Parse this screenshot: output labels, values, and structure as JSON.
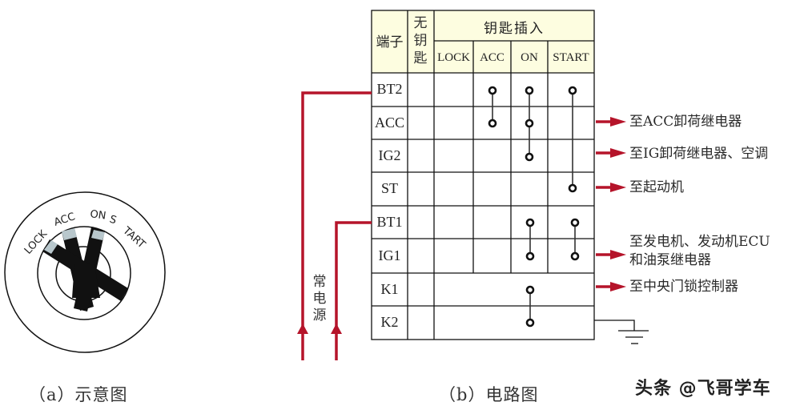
{
  "figure_a": {
    "caption": "（a）示意图",
    "positions": [
      "LOCK",
      "ACC",
      "ON",
      "S",
      "TART"
    ],
    "colors": {
      "outline": "#111111",
      "key": "#111111",
      "key_tip": "#b8c7cc"
    }
  },
  "figure_b": {
    "caption": "（b）电路图",
    "table": {
      "header": {
        "terminal": "端子",
        "no_key": "无钥匙",
        "key_inserted": "钥匙插入",
        "positions": [
          "LOCK",
          "ACC",
          "ON",
          "START"
        ]
      },
      "rows": [
        {
          "terminal": "BT2"
        },
        {
          "terminal": "ACC"
        },
        {
          "terminal": "IG2"
        },
        {
          "terminal": "ST"
        },
        {
          "terminal": "BT1"
        },
        {
          "terminal": "IG1"
        },
        {
          "terminal": "K1"
        },
        {
          "terminal": "K2"
        }
      ],
      "connections": [
        {
          "position": "ACC",
          "from": "BT2",
          "to": "ACC"
        },
        {
          "position": "ON",
          "from": "BT2",
          "to": "IG2",
          "nodes": [
            "BT2",
            "ACC",
            "IG2"
          ]
        },
        {
          "position": "START",
          "from": "BT2",
          "to": "ST"
        },
        {
          "position": "ON",
          "from": "BT1",
          "to": "IG1"
        },
        {
          "position": "START",
          "from": "BT1",
          "to": "IG1"
        },
        {
          "position": "key",
          "from": "K1",
          "to": "K2"
        }
      ],
      "header_bg": "#fdfde0"
    },
    "power_label": "常电源",
    "outputs": [
      {
        "terminal": "ACC",
        "label": "至ACC卸荷继电器"
      },
      {
        "terminal": "IG2",
        "label": "至IG卸荷继电器、空调"
      },
      {
        "terminal": "ST",
        "label": "至起动机"
      },
      {
        "terminal": "IG1",
        "label_line1": "至发电机、发动机ECU",
        "label_line2": "和油泵继电器"
      },
      {
        "terminal": "K1",
        "label": "至中央门锁控制器"
      }
    ],
    "ground_terminal": "K2",
    "colors": {
      "wire": "#b5142a",
      "grid": "#111111"
    }
  },
  "watermark": "头条 @飞哥学车"
}
